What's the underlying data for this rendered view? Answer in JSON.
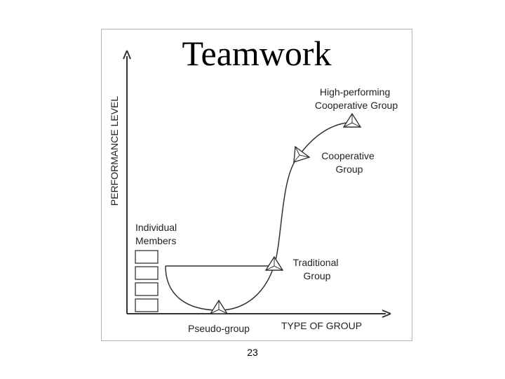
{
  "slide": {
    "title": "Teamwork",
    "page_number": "23"
  },
  "diagram": {
    "y_axis_label": "PERFORMANCE LEVEL",
    "x_axis_label": "TYPE OF GROUP",
    "stages": [
      {
        "key": "individual",
        "label_lines": [
          "Individual",
          "Members"
        ]
      },
      {
        "key": "pseudo",
        "label_lines": [
          "Pseudo-group"
        ]
      },
      {
        "key": "traditional",
        "label_lines": [
          "Traditional",
          "Group"
        ]
      },
      {
        "key": "cooperative",
        "label_lines": [
          "Cooperative",
          "Group"
        ]
      },
      {
        "key": "high",
        "label_lines": [
          "High-performing",
          "Cooperative Group"
        ]
      }
    ],
    "colors": {
      "line": "#333333",
      "fill": "#ffffff",
      "frame": "#b5b5b5"
    }
  }
}
